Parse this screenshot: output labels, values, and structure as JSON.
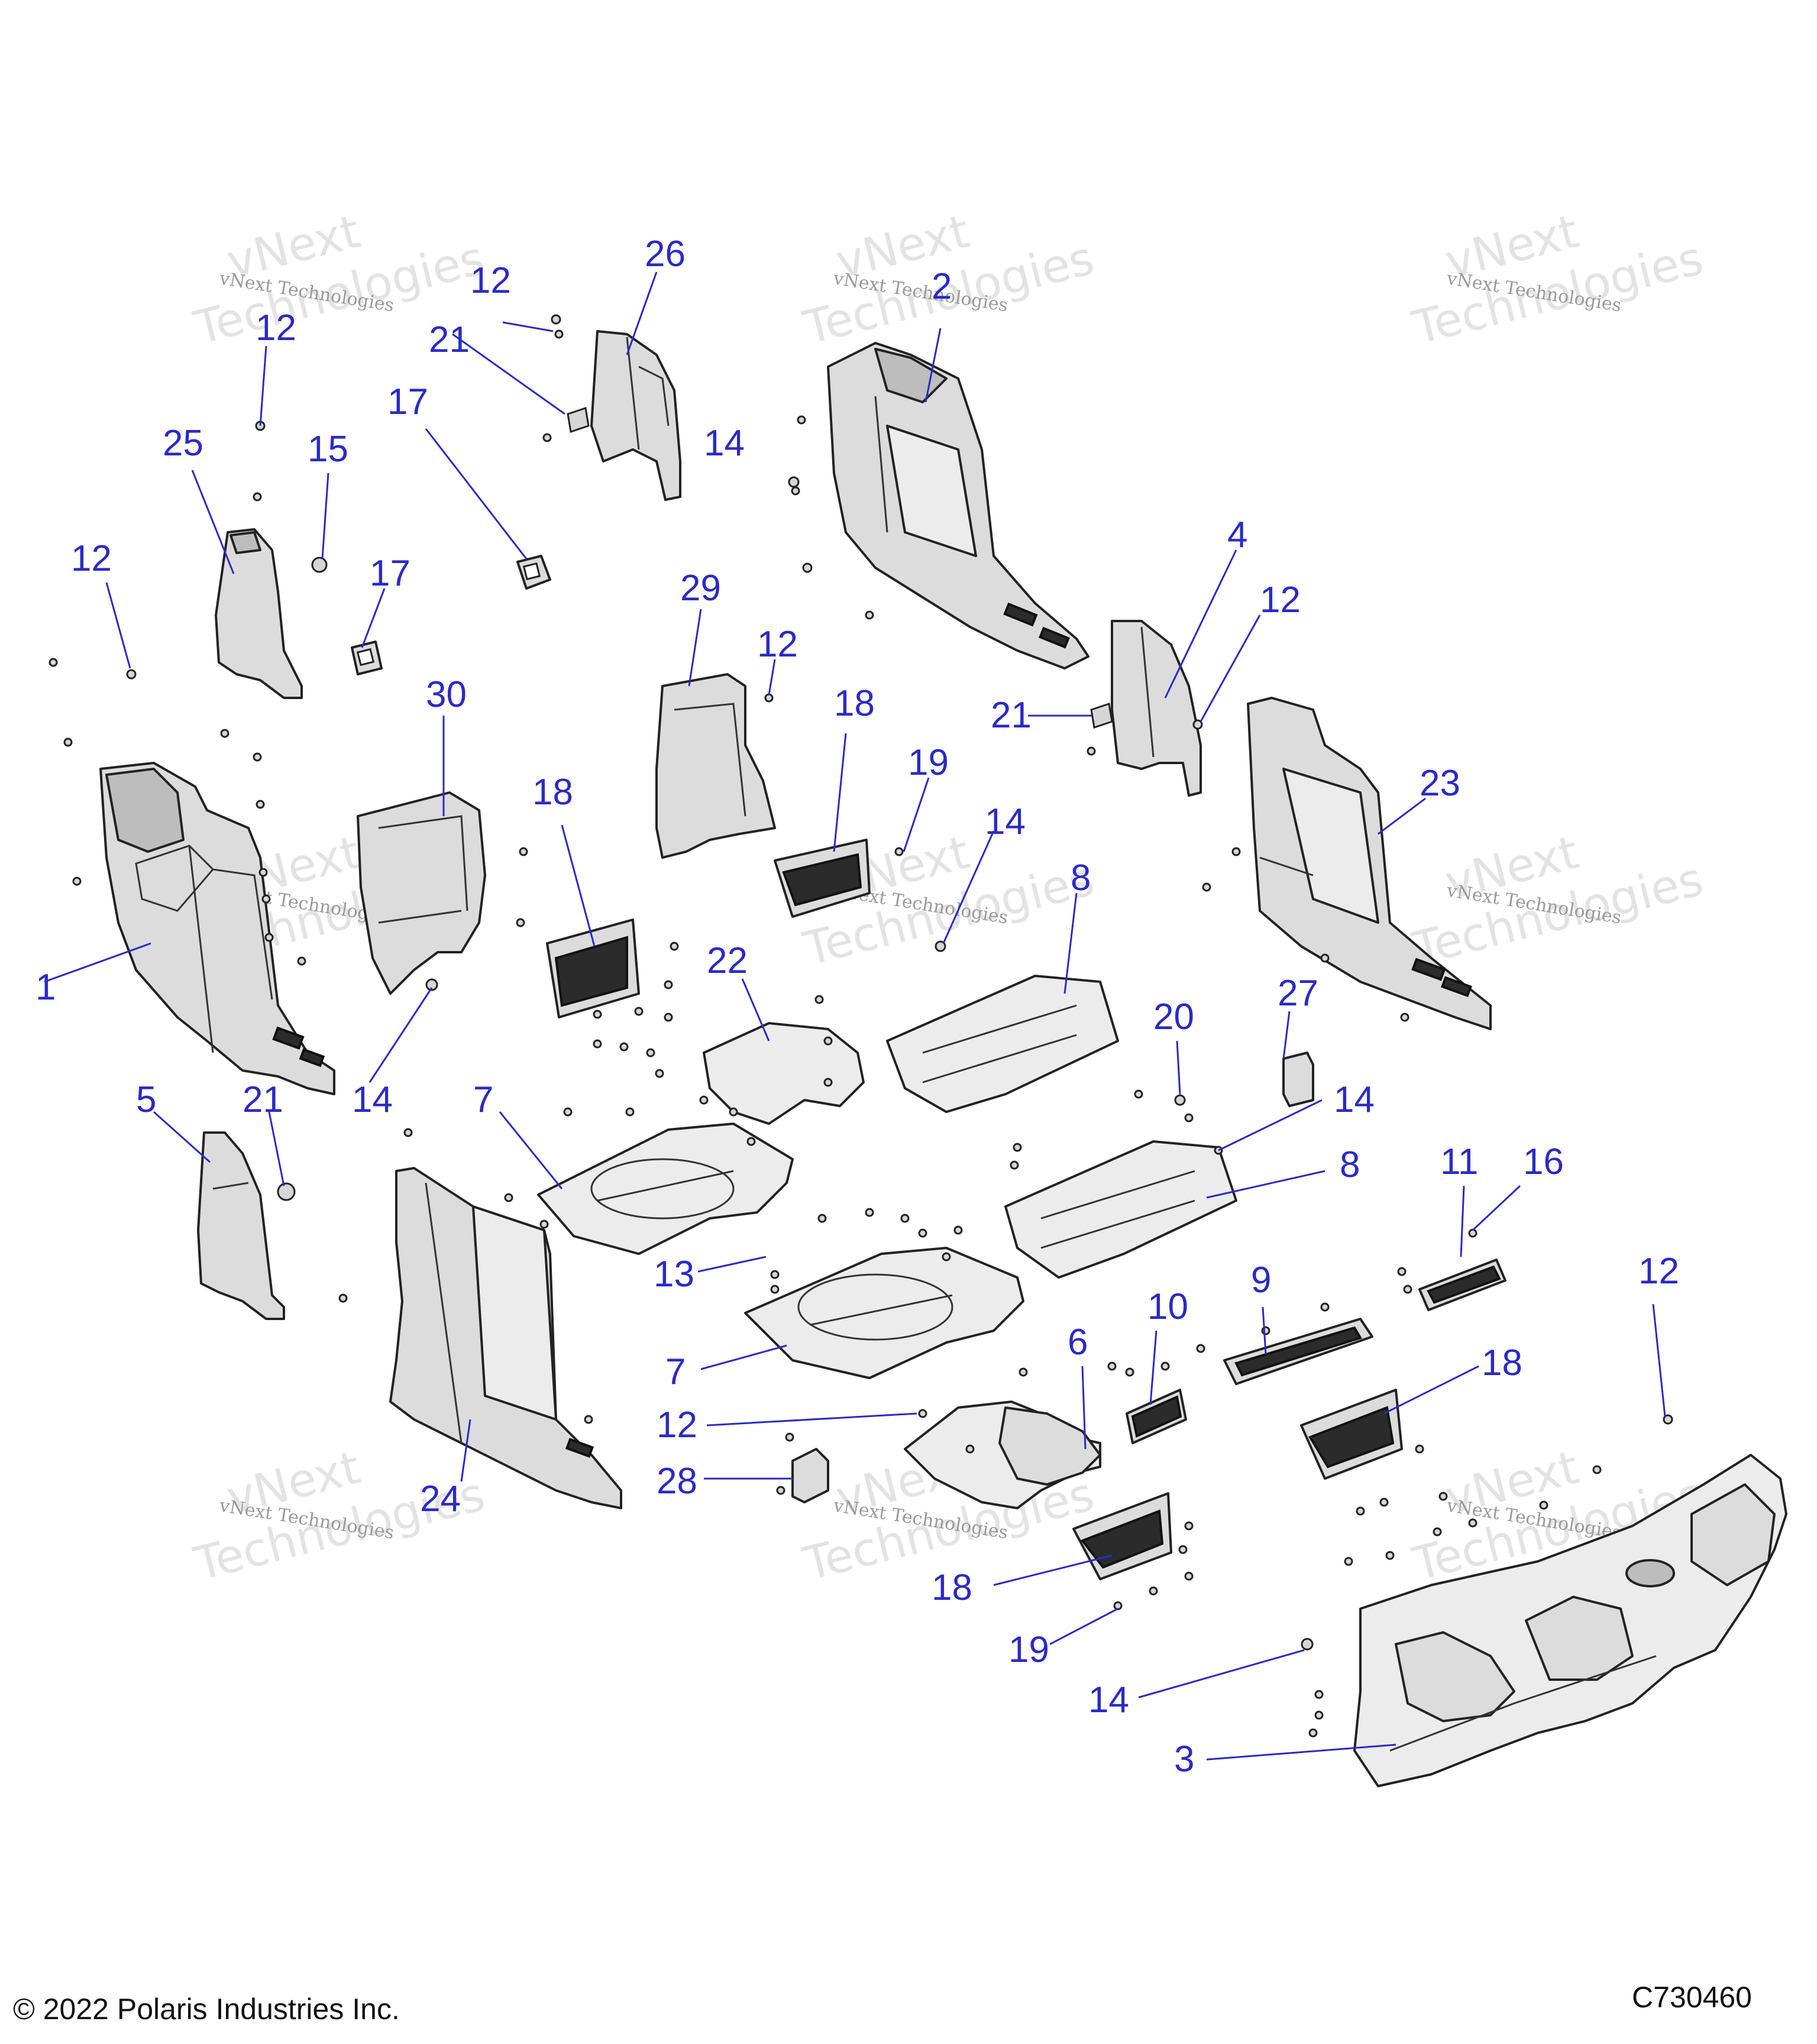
{
  "footer": {
    "copyright": "© 2022 Polaris Industries Inc.",
    "diagram_code": "C730460"
  },
  "watermark": {
    "line1": "vNext Technologies",
    "big_top": "vNext",
    "big_bottom": "Technologies"
  },
  "callouts": {
    "c1": "1",
    "c2": "2",
    "c3": "3",
    "c4": "4",
    "c5": "5",
    "c6": "6",
    "c7a": "7",
    "c7b": "7",
    "c8a": "8",
    "c8b": "8",
    "c9": "9",
    "c10": "10",
    "c11": "11",
    "c12a": "12",
    "c12b": "12",
    "c12c": "12",
    "c12d": "12",
    "c12e": "12",
    "c12f": "12",
    "c12g": "12",
    "c13": "13",
    "c14a": "14",
    "c14b": "14",
    "c14c": "14",
    "c14d": "14",
    "c14e": "14",
    "c15": "15",
    "c16": "16",
    "c17a": "17",
    "c17b": "17",
    "c18a": "18",
    "c18b": "18",
    "c18c": "18",
    "c18d": "18",
    "c19a": "19",
    "c19b": "19",
    "c20": "20",
    "c21a": "21",
    "c21b": "21",
    "c21c": "21",
    "c22": "22",
    "c23": "23",
    "c24": "24",
    "c25": "25",
    "c26": "26",
    "c27": "27",
    "c28": "28",
    "c29": "29",
    "c30": "30"
  }
}
